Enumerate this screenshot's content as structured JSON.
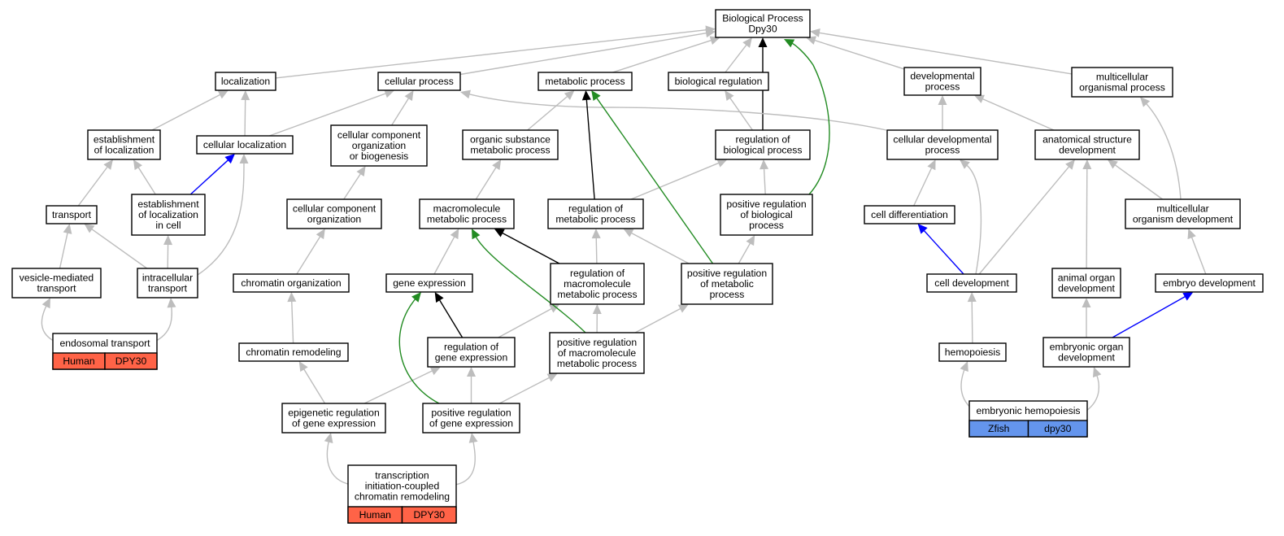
{
  "nodes": {
    "bp": [
      "Biological Process",
      "Dpy30"
    ],
    "localization": [
      "localization"
    ],
    "cellular_process": [
      "cellular process"
    ],
    "metabolic_process": [
      "metabolic process"
    ],
    "biological_regulation": [
      "biological regulation"
    ],
    "developmental_process": [
      "developmental",
      "process"
    ],
    "multicellular_organismal_process": [
      "multicellular",
      "organismal process"
    ],
    "establishment_of_localization": [
      "establishment",
      "of localization"
    ],
    "cellular_localization": [
      "cellular localization"
    ],
    "cellular_component_org_biogenesis": [
      "cellular component",
      "organization",
      "or biogenesis"
    ],
    "organic_substance_metabolic": [
      "organic substance",
      "metabolic process"
    ],
    "regulation_of_biological_process": [
      "regulation of",
      "biological process"
    ],
    "cellular_developmental_process": [
      "cellular developmental",
      "process"
    ],
    "anatomical_structure_development": [
      "anatomical structure",
      "development"
    ],
    "transport": [
      "transport"
    ],
    "establishment_of_localization_in_cell": [
      "establishment",
      "of localization",
      "in cell"
    ],
    "cellular_component_organization": [
      "cellular component",
      "organization"
    ],
    "macromolecule_metabolic": [
      "macromolecule",
      "metabolic process"
    ],
    "regulation_of_metabolic": [
      "regulation of",
      "metabolic process"
    ],
    "positive_regulation_of_biological": [
      "positive regulation",
      "of biological",
      "process"
    ],
    "cell_differentiation": [
      "cell differentiation"
    ],
    "multicellular_organism_development": [
      "multicellular",
      "organism development"
    ],
    "vesicle_mediated_transport": [
      "vesicle-mediated",
      "transport"
    ],
    "intracellular_transport": [
      "intracellular",
      "transport"
    ],
    "chromatin_organization": [
      "chromatin organization"
    ],
    "gene_expression": [
      "gene expression"
    ],
    "regulation_of_macromolecule_metabolic": [
      "regulation of",
      "macromolecule",
      "metabolic process"
    ],
    "positive_regulation_of_metabolic": [
      "positive regulation",
      "of metabolic",
      "process"
    ],
    "cell_development": [
      "cell development"
    ],
    "animal_organ_development": [
      "animal organ",
      "development"
    ],
    "embryo_development": [
      "embryo development"
    ],
    "chromatin_remodeling": [
      "chromatin remodeling"
    ],
    "regulation_of_gene_expression": [
      "regulation of",
      "gene expression"
    ],
    "positive_regulation_of_macromolecule_metabolic": [
      "positive regulation",
      "of macromolecule",
      "metabolic process"
    ],
    "hemopoiesis": [
      "hemopoiesis"
    ],
    "embryonic_organ_development": [
      "embryonic organ",
      "development"
    ],
    "epigenetic_regulation": [
      "epigenetic regulation",
      "of gene expression"
    ],
    "positive_regulation_of_gene_expression": [
      "positive regulation",
      "of gene expression"
    ]
  },
  "annotated_leaves": {
    "endosomal_transport": {
      "term": [
        "endosomal transport"
      ],
      "species": "Human",
      "gene": "DPY30",
      "color": "#ff6347"
    },
    "transcription_initiation": {
      "term": [
        "transcription",
        "initiation-coupled",
        "chromatin remodeling"
      ],
      "species": "Human",
      "gene": "DPY30",
      "color": "#ff6347"
    },
    "embryonic_hemopoiesis": {
      "term": [
        "embryonic hemopoiesis"
      ],
      "species": "Zfish",
      "gene": "dpy30",
      "color": "#6495ed"
    }
  },
  "edge_colors": {
    "gray": "#bdbdbd",
    "black": "#000000",
    "green": "#228b22",
    "blue": "#0000ff"
  }
}
